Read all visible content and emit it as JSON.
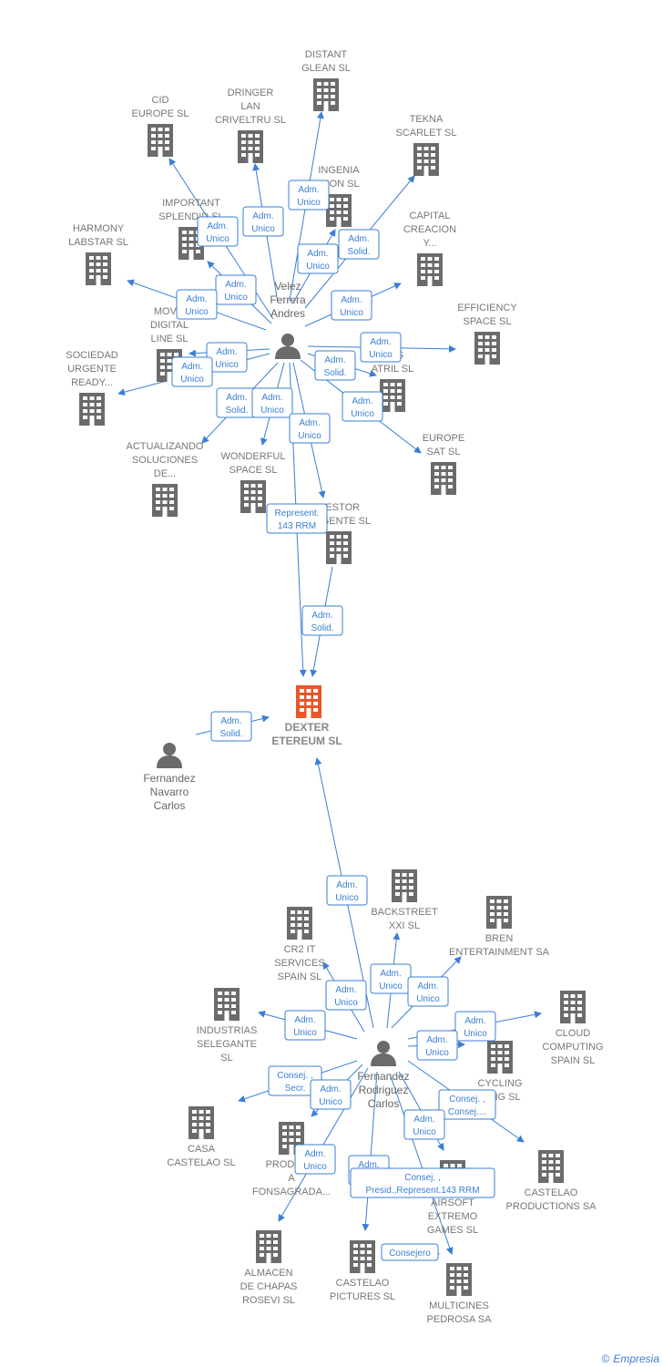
{
  "diagram": {
    "main_company": {
      "id": "dexter",
      "label": [
        "DEXTER",
        "ETEREUM SL"
      ],
      "color": "#e8562a"
    },
    "persons": [
      {
        "id": "velez",
        "label": [
          "Velez",
          "Ferrera",
          "Andres"
        ]
      },
      {
        "id": "fernandez_navarro",
        "label": [
          "Fernandez",
          "Navarro",
          "Carlos"
        ]
      },
      {
        "id": "fernandez_rodriguez",
        "label": [
          "Fernandez",
          "Rodriguez",
          "Carlos"
        ]
      }
    ],
    "companies": [
      {
        "id": "distant",
        "label": [
          "DISTANT",
          "GLEAN SL"
        ]
      },
      {
        "id": "cid",
        "label": [
          "CID",
          "EUROPE SL"
        ]
      },
      {
        "id": "dringer",
        "label": [
          "DRINGER",
          "LAN",
          "CRIVELTRU SL"
        ]
      },
      {
        "id": "tekna",
        "label": [
          "TEKNA",
          "SCARLET SL"
        ]
      },
      {
        "id": "ingenia",
        "label": [
          "INGENIA",
          "...ION SL"
        ]
      },
      {
        "id": "important",
        "label": [
          "IMPORTANT",
          "SPLENDID SL"
        ]
      },
      {
        "id": "capital",
        "label": [
          "CAPITAL",
          "CREACION",
          "Y..."
        ]
      },
      {
        "id": "harmony",
        "label": [
          "HARMONY",
          "LABSTAR SL"
        ]
      },
      {
        "id": "efficiency",
        "label": [
          "EFFICIENCY",
          "SPACE SL"
        ]
      },
      {
        "id": "movil",
        "label": [
          "MOVIL",
          "DIGITAL",
          "LINE SL"
        ]
      },
      {
        "id": "sociedad",
        "label": [
          "SOCIEDAD",
          "URGENTE",
          "READY..."
        ]
      },
      {
        "id": "atril",
        "label": [
          "...NS",
          "ATRIL SL"
        ]
      },
      {
        "id": "actualizando",
        "label": [
          "ACTUALIZANDO",
          "SOLUCIONES",
          "DE..."
        ]
      },
      {
        "id": "wonderful",
        "label": [
          "WONDERFUL",
          "SPACE SL"
        ]
      },
      {
        "id": "europe_sat",
        "label": [
          "EUROPE",
          "SAT SL"
        ]
      },
      {
        "id": "gestor",
        "label": [
          "GESTOR",
          "URGENTE SL"
        ]
      },
      {
        "id": "backstreet",
        "label": [
          "BACKSTREET",
          "XXI SL"
        ]
      },
      {
        "id": "bren",
        "label": [
          "BREN",
          "ENTERTAINMENT SA"
        ]
      },
      {
        "id": "cr2",
        "label": [
          "CR2 IT",
          "SERVICES",
          "SPAIN SL"
        ]
      },
      {
        "id": "industrias",
        "label": [
          "INDUSTRIAS",
          "SELEGANTE",
          "SL"
        ]
      },
      {
        "id": "cloud",
        "label": [
          "CLOUD",
          "COMPUTING",
          "SPAIN SL"
        ]
      },
      {
        "id": "cycling",
        "label": [
          "CYCLING",
          "...ING SL"
        ]
      },
      {
        "id": "casa_castelao",
        "label": [
          "CASA",
          "CASTELAO SL"
        ]
      },
      {
        "id": "producciones",
        "label": [
          "PRODUC...",
          "A",
          "FONSAGRADA..."
        ]
      },
      {
        "id": "castelao_prod",
        "label": [
          "CASTELAO",
          "PRODUCTIONS SA"
        ]
      },
      {
        "id": "airsoft",
        "label": [
          "AIRSOFT",
          "EXTREMO",
          "GAMES SL"
        ]
      },
      {
        "id": "almacen",
        "label": [
          "ALMACEN",
          "DE CHAPAS",
          "ROSEVI SL"
        ]
      },
      {
        "id": "castelao_pict",
        "label": [
          "CASTELAO",
          "PICTURES SL"
        ]
      },
      {
        "id": "multicines",
        "label": [
          "MULTICINES",
          "PEDROSA SA"
        ]
      }
    ],
    "edge_labels": [
      [
        "Adm.",
        "Unico"
      ],
      [
        "Adm.",
        "Unico"
      ],
      [
        "Adm.",
        "Unico"
      ],
      [
        "Adm.",
        "Unico"
      ],
      [
        "Adm.",
        "Solid."
      ],
      [
        "Adm.",
        "Unico"
      ],
      [
        "Adm.",
        "Unico"
      ],
      [
        "Adm.",
        "Unico"
      ],
      [
        "Adm.",
        "Unico"
      ],
      [
        "Adm.",
        "Unico"
      ],
      [
        "Adm.",
        "Solid."
      ],
      [
        "Adm.",
        "Unico"
      ],
      [
        "Adm.",
        "Unico"
      ],
      [
        "Adm.",
        "Solid."
      ],
      [
        "Adm.",
        "Unico"
      ],
      [
        "Adm.",
        "Unico"
      ],
      [
        "Represent.",
        "143 RRM"
      ],
      [
        "Adm.",
        "Solid."
      ],
      [
        "Adm.",
        "Solid."
      ],
      [
        "Adm.",
        "Unico"
      ],
      [
        "Adm.",
        "Unico"
      ],
      [
        "Adm.",
        "Unico"
      ],
      [
        "Adm.",
        "Unico"
      ],
      [
        "Adm.",
        "Unico"
      ],
      [
        "Adm.",
        "Unico"
      ],
      [
        "Adm.",
        "Unico"
      ],
      [
        "Consej. ,",
        "Secr."
      ],
      [
        "Adm.",
        "Unico"
      ],
      [
        "Consej. ,",
        "Consej...."
      ],
      [
        "Adm.",
        "Unico"
      ],
      [
        "Adm.",
        "Unico"
      ],
      [
        "Adm.",
        "..."
      ],
      [
        "Consej. ,",
        "Presid.,Represent.143 RRM"
      ],
      [
        "Consejero"
      ]
    ]
  },
  "footer": {
    "copyright": "©",
    "brand": "Empresia"
  },
  "colors": {
    "edge": "#3a7fd5",
    "building": "#6b6b6b",
    "main": "#e8562a",
    "person": "#6b6b6b"
  }
}
